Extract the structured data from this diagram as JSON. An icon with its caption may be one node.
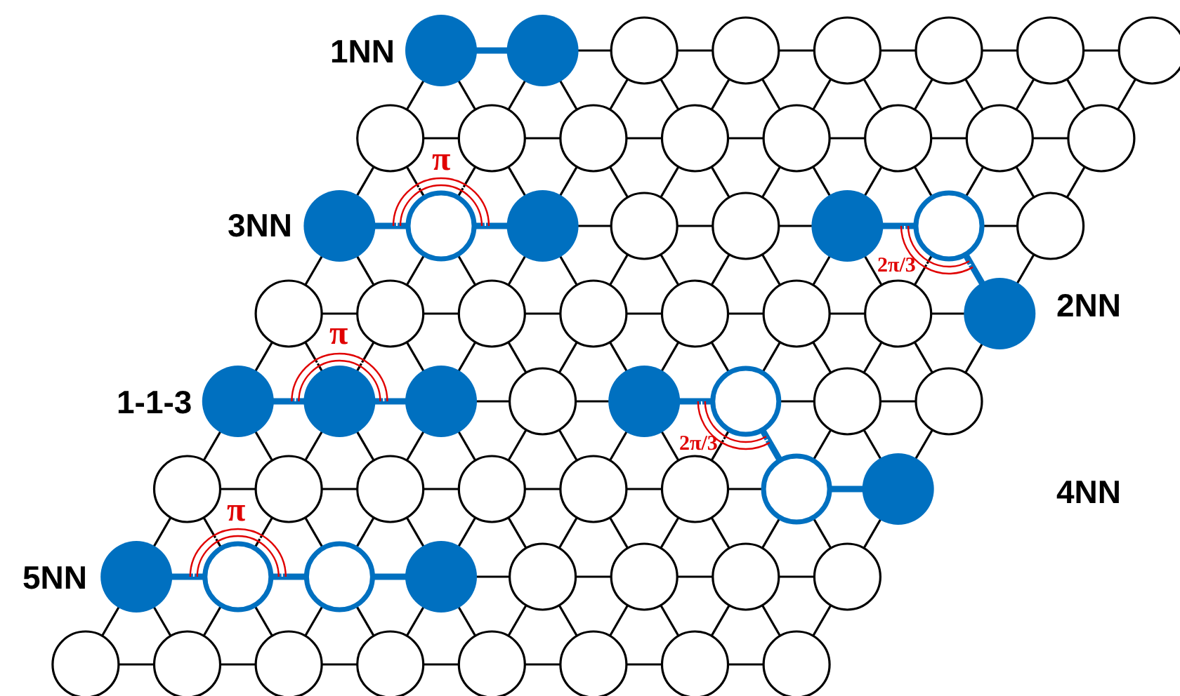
{
  "diagram": {
    "labels": [
      "1NN",
      "π",
      "3NN",
      "2π/3",
      "2NN",
      "π",
      "1-1-3",
      "2π/3",
      "4NN",
      "π",
      "5NN"
    ]
  }
}
